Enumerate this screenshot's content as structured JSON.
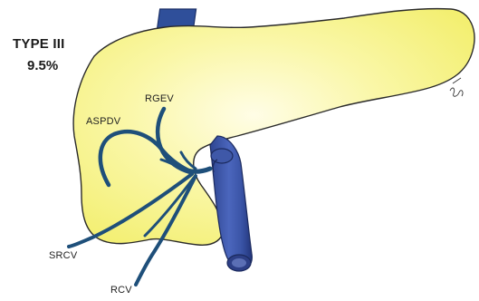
{
  "title": "TYPE III",
  "percentage": "9.5%",
  "labels": {
    "rgev": "RGEV",
    "aspdv": "ASPDV",
    "srcv": "SRCV",
    "rcv": "RCV"
  },
  "colors": {
    "pancreas_fill": "#f7f58c",
    "pancreas_outline": "#2a2a2a",
    "vein_dark": "#1e4f7a",
    "portal_vein": "#3f58a8",
    "portal_vein_highlight": "#7a8fd6",
    "svc_stub": "#2f4f9a"
  }
}
